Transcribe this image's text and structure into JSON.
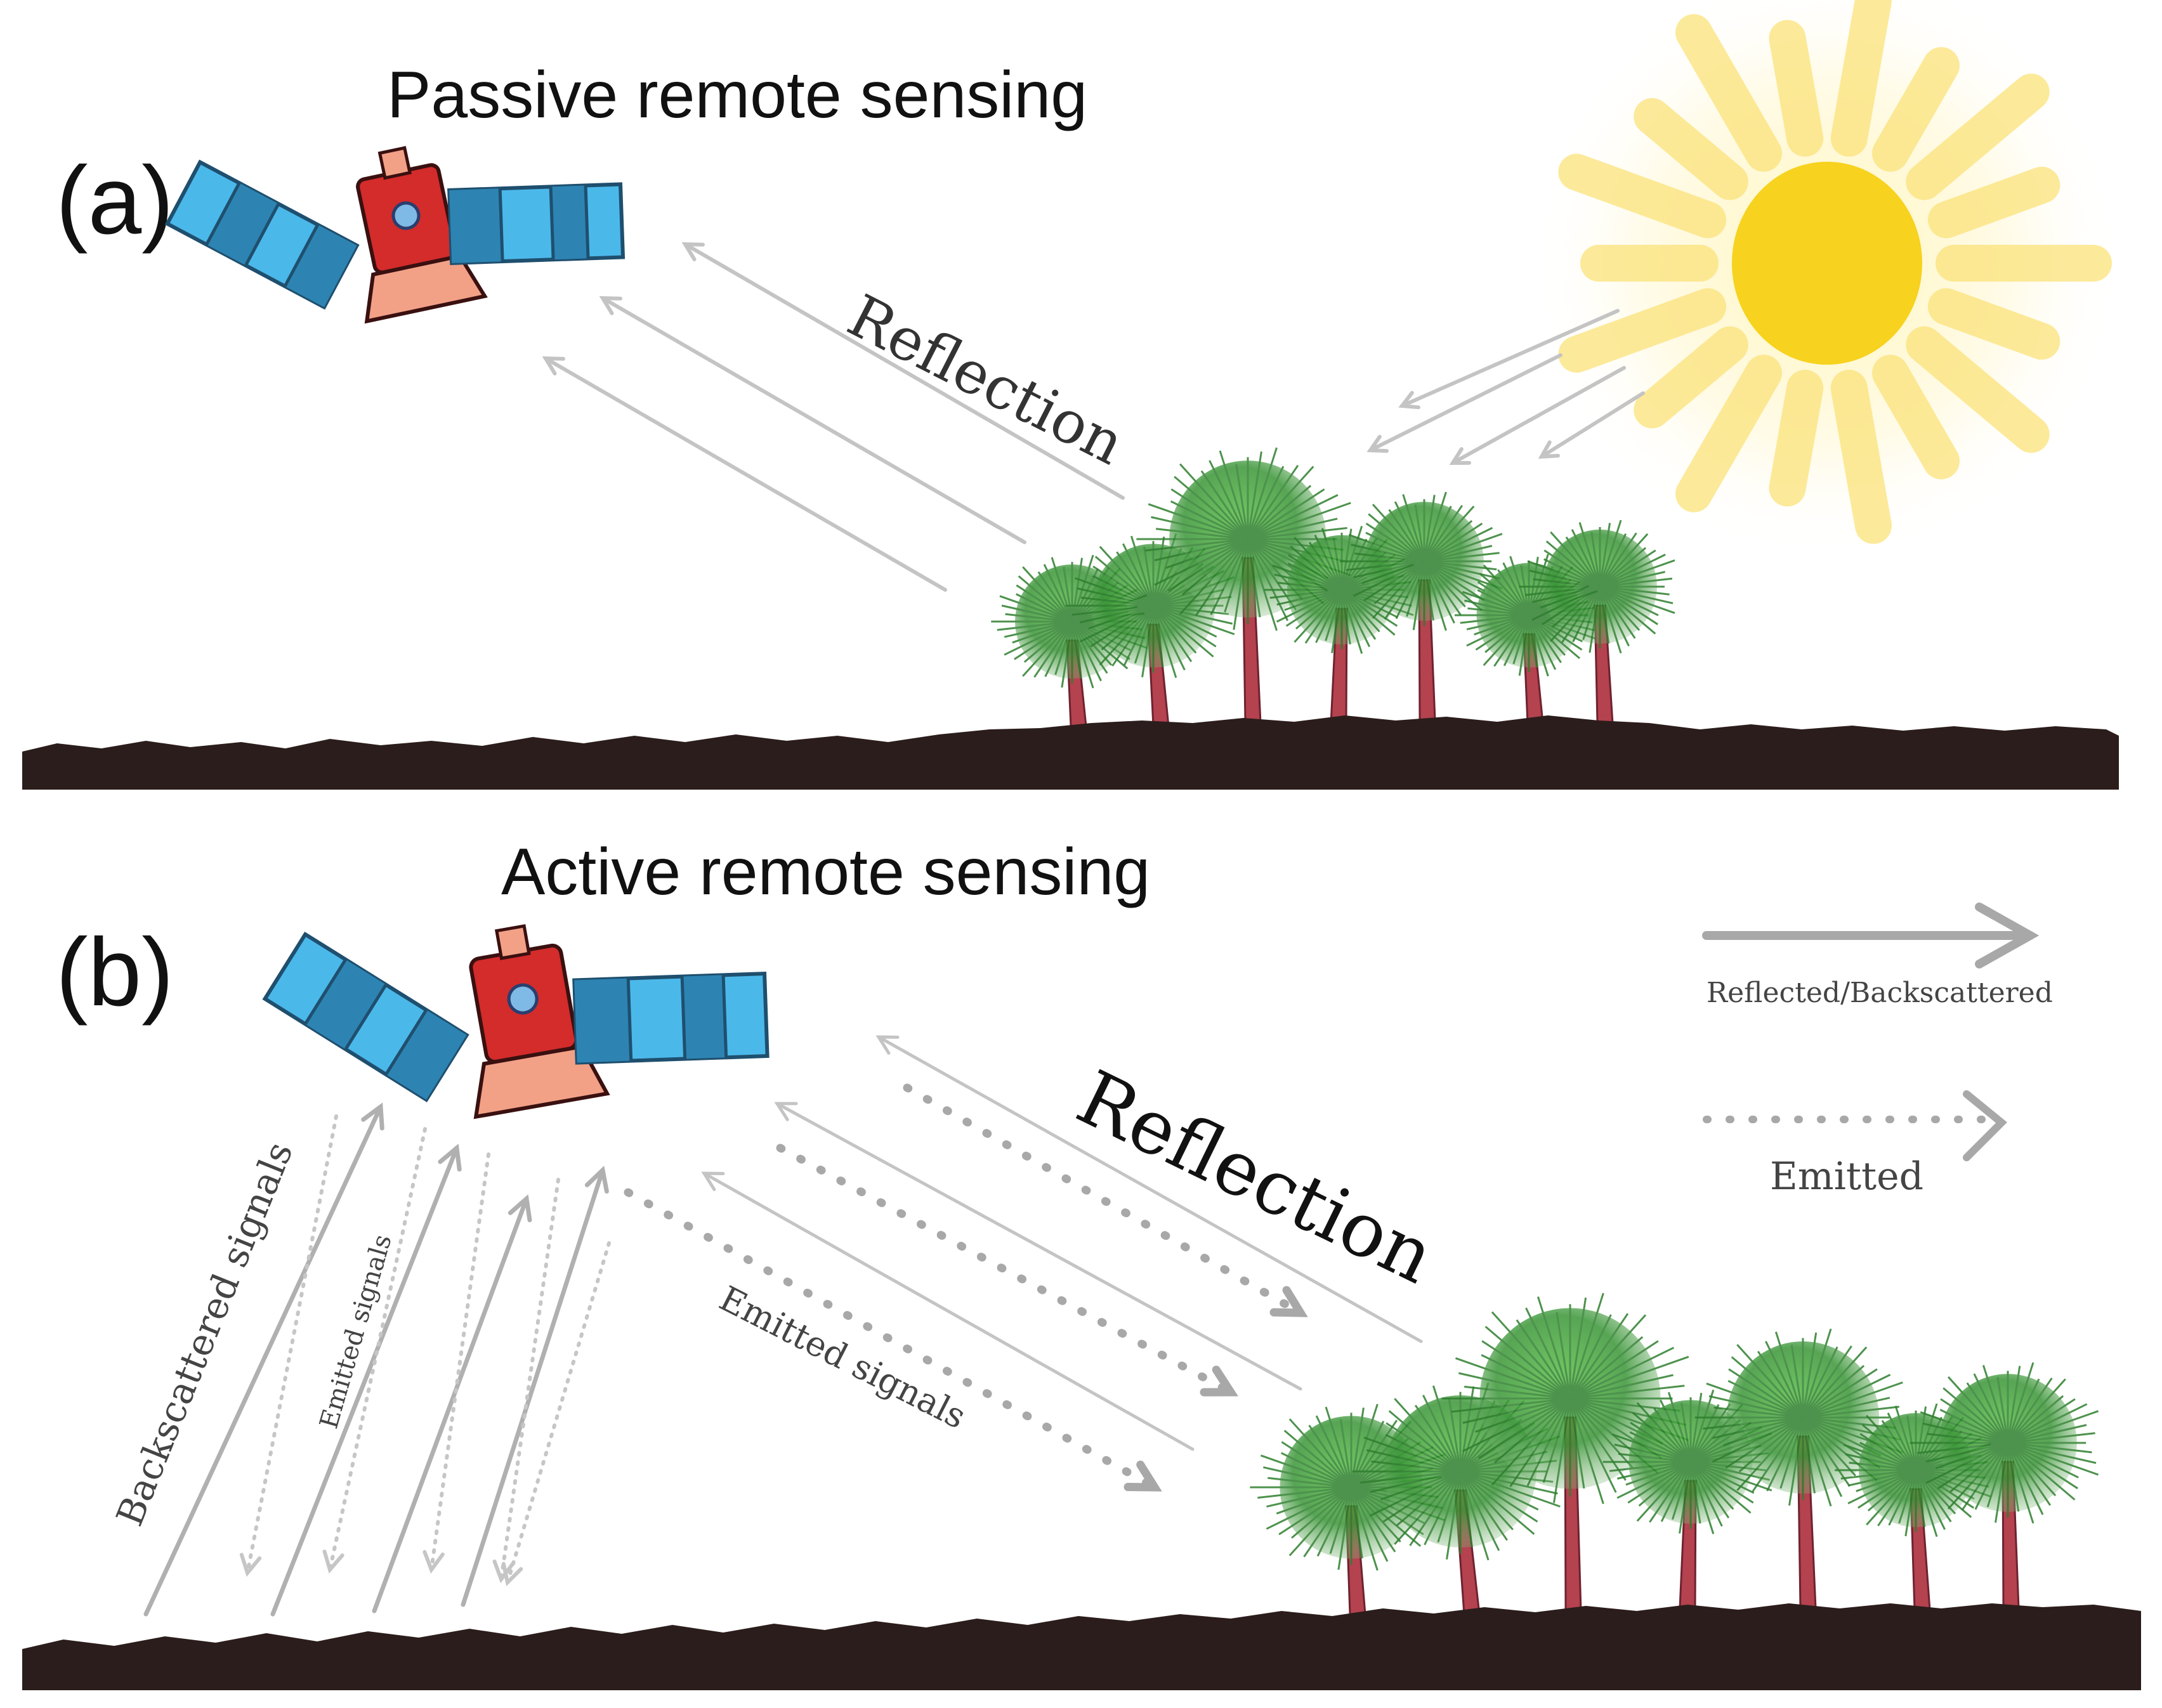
{
  "panel_a": {
    "label": "(a)",
    "title": "Passive remote sensing",
    "reflection_label": "Reflection"
  },
  "panel_b": {
    "label": "(b)",
    "title": "Active remote sensing",
    "reflection_label": "Reflection",
    "backscattered_label": "Backscattered signals",
    "emitted_vertical_label": "Emitted signals",
    "emitted_diagonal_label": "Emitted signals"
  },
  "legend": {
    "solid_label": "Reflected/Backscattered",
    "dotted_label": "Emitted"
  },
  "colors": {
    "ground": "#2b1d1b",
    "sun": "#f7d21e",
    "sun_rays": "#fbe89a",
    "satellite_body": "#d42b2b",
    "satellite_nozzle": "#f2a187",
    "panel_light": "#4bb8ea",
    "panel_dark": "#2d84b3",
    "foliage": "#3e9b3a",
    "trunk": "#b4424f",
    "arrow": "#b9b9b9"
  },
  "icons": [
    "satellite-icon",
    "sun-icon",
    "tree-icon",
    "ground-strip"
  ]
}
